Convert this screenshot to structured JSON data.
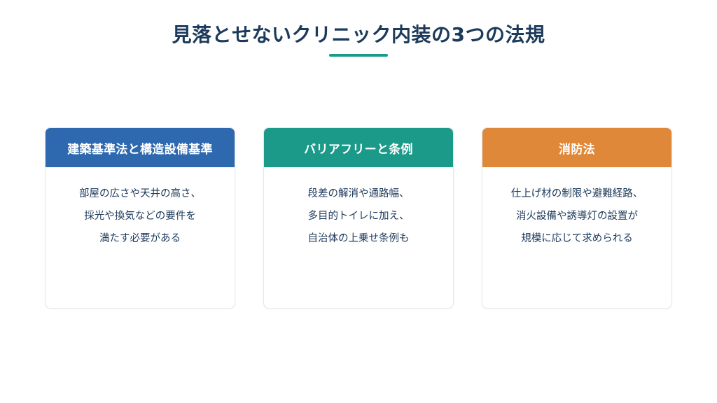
{
  "title": "見落とせないクリニック内装の3つの法規",
  "colors": {
    "title_text": "#1c3a5b",
    "underline": "#1a9a8a",
    "body_text": "#1c3a5b"
  },
  "cards": [
    {
      "header": "建築基準法と構造設備基準",
      "header_color": "#2e69b0",
      "lines": [
        "部屋の広さや天井の高さ、",
        "採光や換気などの要件を",
        "満たす必要がある"
      ]
    },
    {
      "header": "バリアフリーと条例",
      "header_color": "#1b9a8a",
      "lines": [
        "段差の解消や通路幅、",
        "多目的トイレに加え、",
        "自治体の上乗せ条例も"
      ]
    },
    {
      "header": "消防法",
      "header_color": "#e0883a",
      "lines": [
        "仕上げ材の制限や避難経路、",
        "消火設備や誘導灯の設置が",
        "規模に応じて求められる"
      ]
    }
  ]
}
